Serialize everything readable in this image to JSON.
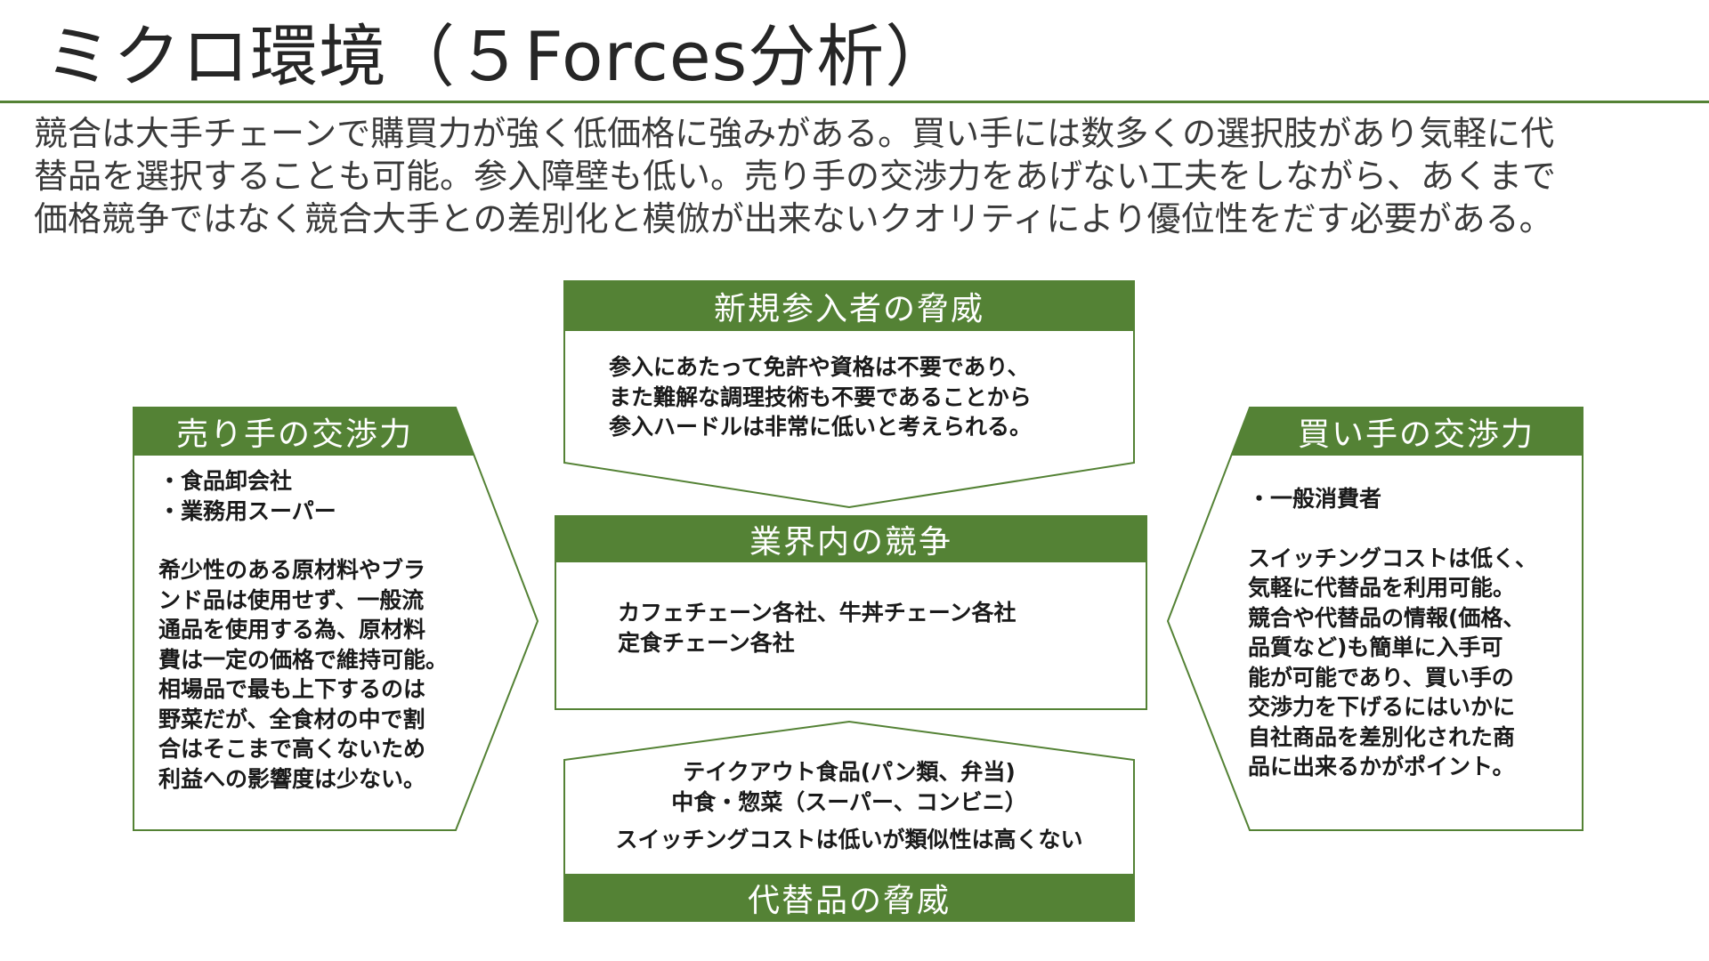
{
  "title": "ミクロ環境（５Forces分析）",
  "summary_lines": [
    "競合は大手チェーンで購買力が強く低価格に強みがある。買い手には数多くの選択肢があり気軽に代",
    "替品を選択することも可能。参入障壁も低い。売り手の交渉力をあげない工夫をしながら、あくまで",
    "価格競争ではなく競合大手との差別化と模倣が出来ないクオリティにより優位性をだす必要がある。"
  ],
  "colors": {
    "accent": "#548235",
    "text": "#262626"
  },
  "forces": {
    "new_entrants": {
      "label": "新規参入者の脅威",
      "lines": [
        "参入にあたって免許や資格は不要であり、",
        "また難解な調理技術も不要であることから",
        "参入ハードルは非常に低いと考えられる。"
      ]
    },
    "rivalry": {
      "label": "業界内の競争",
      "lines": [
        "カフェチェーン各社、牛丼チェーン各社",
        "定食チェーン各社"
      ]
    },
    "substitutes": {
      "label": "代替品の脅威",
      "lines": [
        "テイクアウト食品(パン類、弁当)",
        "中食・惣菜（スーパー、コンビニ）",
        "スイッチングコストは低いが類似性は高くない"
      ]
    },
    "suppliers": {
      "label": "売り手の交渉力",
      "list": [
        "・食品卸会社",
        "・業務用スーパー"
      ],
      "lines": [
        "希少性のある原材料やブラ",
        "ンド品は使用せず、一般流",
        "通品を使用する為、原材料",
        "費は一定の価格で維持可能。",
        "相場品で最も上下するのは",
        "野菜だが、全食材の中で割",
        "合はそこまで高くないため",
        "利益への影響度は少ない。"
      ]
    },
    "buyers": {
      "label": "買い手の交渉力",
      "list": [
        "・一般消費者"
      ],
      "lines": [
        "スイッチングコストは低く、",
        "気軽に代替品を利用可能。",
        "競合や代替品の情報(価格、",
        "品質など)も簡単に入手可",
        "能が可能であり、買い手の",
        "交渉力を下げるにはいかに",
        "自社商品を差別化された商",
        "品に出来るかがポイント。"
      ]
    }
  }
}
